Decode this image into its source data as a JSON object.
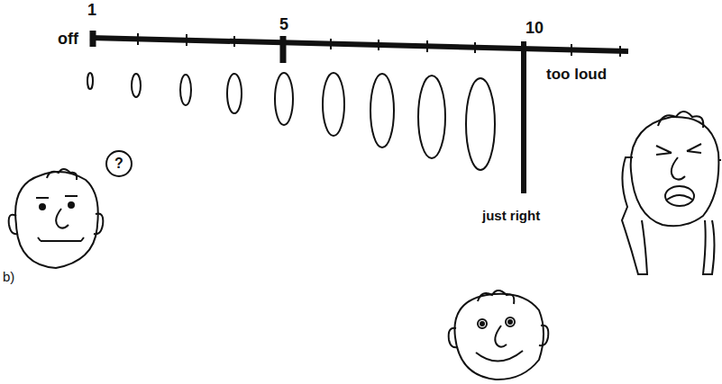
{
  "diagram": {
    "nodes": [
      {
        "text": [
          "?"
        ]
      }
    ],
    "labels": [
      "1",
      "off",
      "5",
      "10",
      "too loud",
      "just right",
      "b)"
    ]
  }
}
